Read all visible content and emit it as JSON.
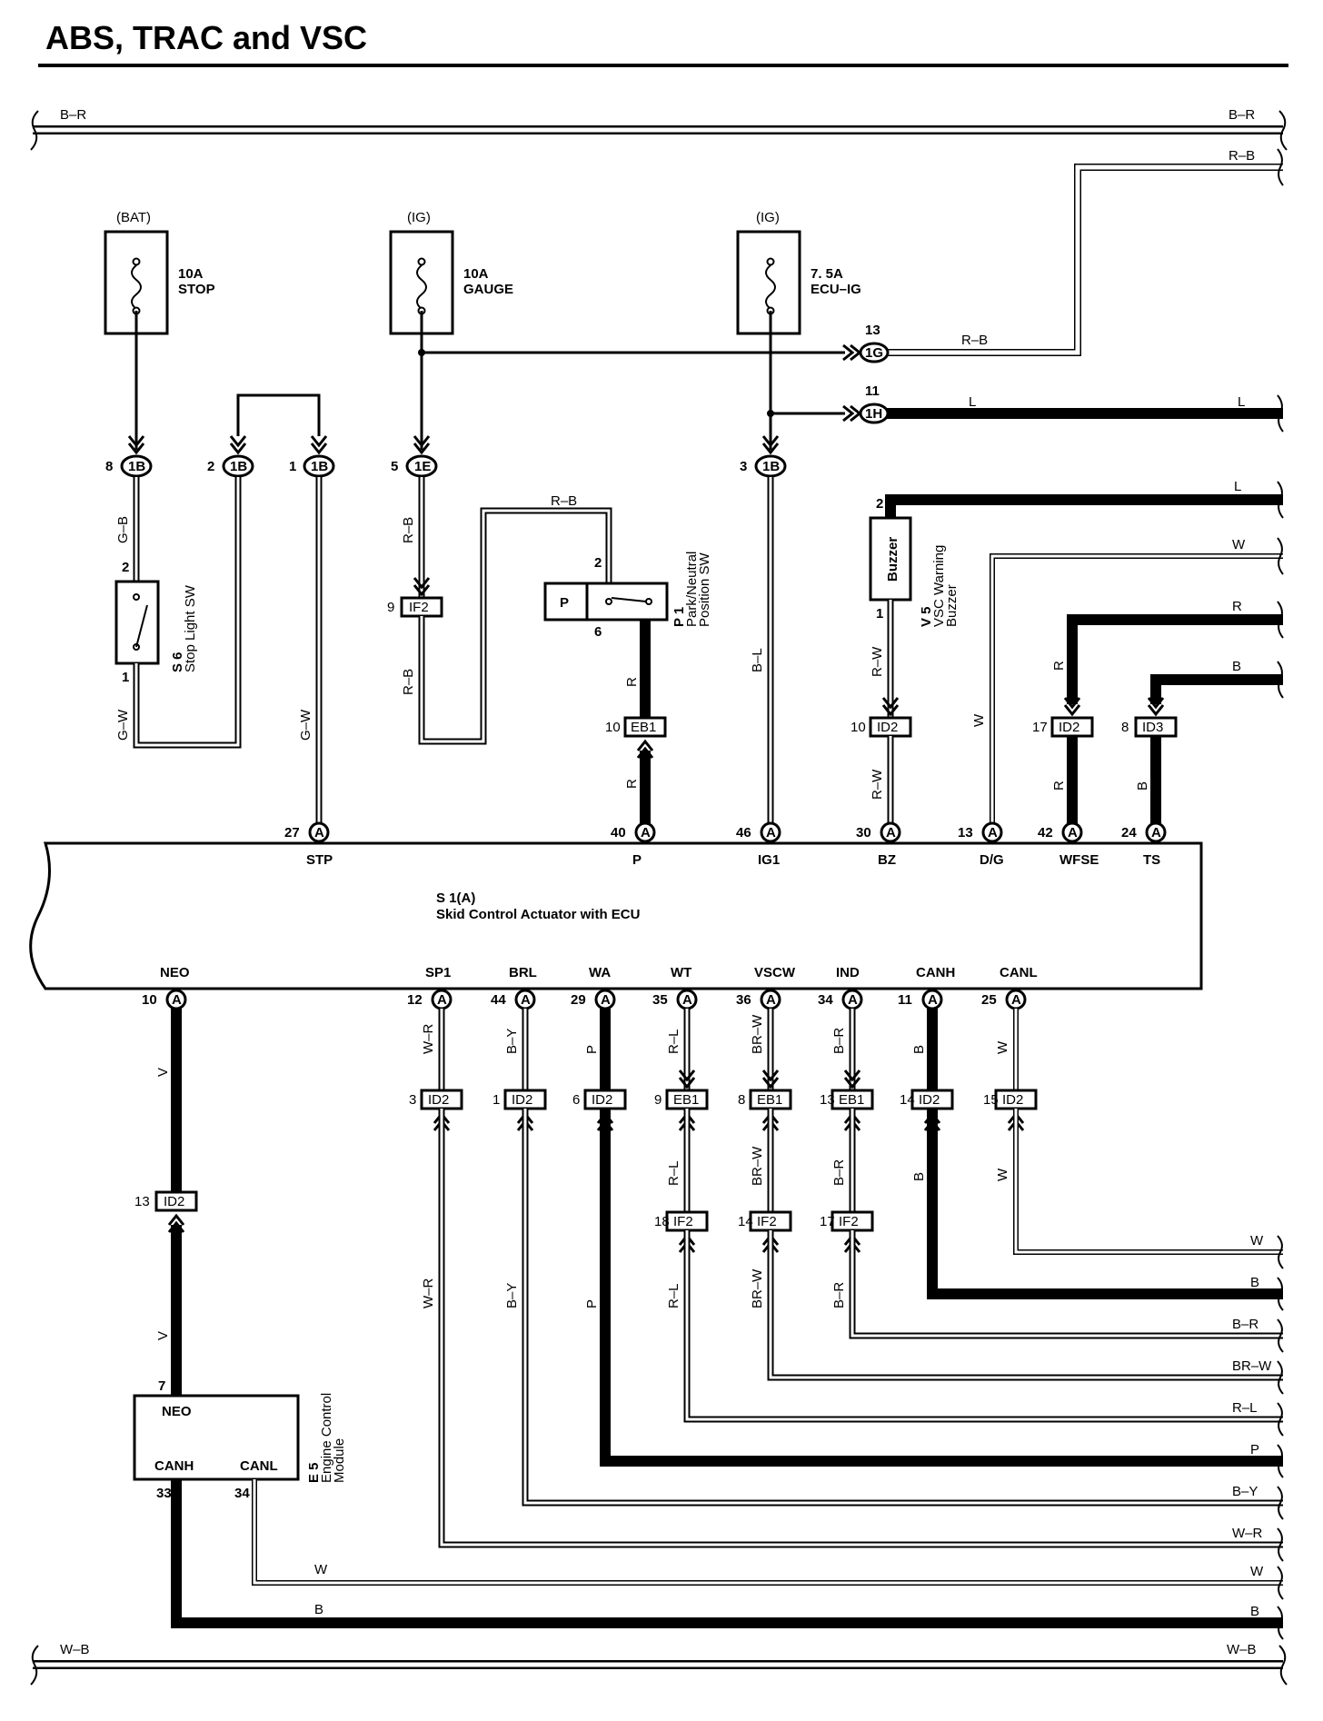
{
  "title": "ABS, TRAC and VSC",
  "bus": {
    "top_left": "B–R",
    "top_right": "B–R",
    "bottom_left": "W–B",
    "bottom_right": "W–B"
  },
  "fuses": [
    {
      "source": "(BAT)",
      "amp": "10A",
      "name": "STOP"
    },
    {
      "source": "(IG)",
      "amp": "10A",
      "name": "GAUGE"
    },
    {
      "source": "(IG)",
      "amp": "7. 5A",
      "name": "ECU–IG"
    }
  ],
  "connectors": {
    "c8": {
      "pin": "8",
      "id": "1B"
    },
    "c2": {
      "pin": "2",
      "id": "1B"
    },
    "c1": {
      "pin": "1",
      "id": "1B"
    },
    "c5": {
      "pin": "5",
      "id": "1E"
    },
    "c3": {
      "pin": "3",
      "id": "1B"
    },
    "c13g": {
      "pin": "13",
      "id": "1G"
    },
    "c11h": {
      "pin": "11",
      "id": "1H"
    }
  },
  "junctions": {
    "if2_9": {
      "pin": "9",
      "id": "IF2"
    },
    "eb1_10": {
      "pin": "10",
      "id": "EB1"
    },
    "id2_10": {
      "pin": "10",
      "id": "ID2"
    },
    "id2_17": {
      "pin": "17",
      "id": "ID2"
    },
    "id3_8": {
      "pin": "8",
      "id": "ID3"
    },
    "id2_3": {
      "pin": "3",
      "id": "ID2"
    },
    "id2_1": {
      "pin": "1",
      "id": "ID2"
    },
    "id2_6": {
      "pin": "6",
      "id": "ID2"
    },
    "eb1_9": {
      "pin": "9",
      "id": "EB1"
    },
    "eb1_8": {
      "pin": "8",
      "id": "EB1"
    },
    "eb1_13": {
      "pin": "13",
      "id": "EB1"
    },
    "id2_14": {
      "pin": "14",
      "id": "ID2"
    },
    "id2_15": {
      "pin": "15",
      "id": "ID2"
    },
    "if2_18": {
      "pin": "18",
      "id": "IF2"
    },
    "if2_14": {
      "pin": "14",
      "id": "IF2"
    },
    "if2_17": {
      "pin": "17",
      "id": "IF2"
    },
    "id2_13": {
      "pin": "13",
      "id": "ID2"
    }
  },
  "components": {
    "stop_sw": {
      "code": "S 6",
      "name": "Stop Light SW",
      "pin_top": "2",
      "pin_bottom": "1"
    },
    "pn_sw": {
      "code": "P 1",
      "name1": "Park/Neutral",
      "name2": "Position SW",
      "letter": "P",
      "pin_top": "2",
      "pin_bottom": "6"
    },
    "buzzer": {
      "label": "Buzzer",
      "code": "V 5",
      "name1": "VSC Warning",
      "name2": "Buzzer",
      "pin_top": "2",
      "pin_bottom": "1"
    },
    "ecu": {
      "code": "S 1(A)",
      "name": "Skid Control Actuator with ECU",
      "conn": "A"
    },
    "ecm": {
      "code": "E 5",
      "name1": "Engine Control",
      "name2": "Module",
      "neo": "NEO",
      "canh": "CANH",
      "canl": "CANL",
      "pin_neo": "7",
      "pin_canh": "33",
      "pin_canl": "34"
    }
  },
  "ecu_top_pins": [
    {
      "pin": "27",
      "name": "STP"
    },
    {
      "pin": "40",
      "name": "P"
    },
    {
      "pin": "46",
      "name": "IG1"
    },
    {
      "pin": "30",
      "name": "BZ"
    },
    {
      "pin": "13",
      "name": "D/G"
    },
    {
      "pin": "42",
      "name": "WFSE"
    },
    {
      "pin": "24",
      "name": "TS"
    }
  ],
  "ecu_bottom_pins": [
    {
      "pin": "10",
      "name": "NEO"
    },
    {
      "pin": "12",
      "name": "SP1"
    },
    {
      "pin": "44",
      "name": "BRL"
    },
    {
      "pin": "29",
      "name": "WA"
    },
    {
      "pin": "35",
      "name": "WT"
    },
    {
      "pin": "36",
      "name": "VSCW"
    },
    {
      "pin": "34",
      "name": "IND"
    },
    {
      "pin": "11",
      "name": "CANH"
    },
    {
      "pin": "25",
      "name": "CANL"
    }
  ],
  "wire_colors": {
    "gb": "G–B",
    "gw1": "G–W",
    "gw2": "G–W",
    "rb1": "R–B",
    "rb2": "R–B",
    "rb3": "R–B",
    "rb4": "R–B",
    "rb5": "R–B",
    "r1": "R",
    "r2": "R",
    "bl": "B–L",
    "rw1": "R–W",
    "rw2": "R–W",
    "w_dg": "W",
    "r_wfse1": "R",
    "r_wfse2": "R",
    "b_ts1": "B",
    "b_ts2": "B",
    "l1": "L",
    "l2": "L",
    "l3": "L",
    "w_right": "W",
    "r_right": "R",
    "b_right": "B",
    "v1": "V",
    "v2": "V",
    "wr1": "W–R",
    "wr2": "W–R",
    "by1": "B–Y",
    "by2": "B–Y",
    "p1": "P",
    "p2": "P",
    "rl1": "R–L",
    "rl2": "R–L",
    "rl3": "R–L",
    "brw1": "BR–W",
    "brw2": "BR–W",
    "brw3": "BR–W",
    "br1": "B–R",
    "br2": "B–R",
    "br3": "B–R",
    "canh1": "B",
    "canh2": "B",
    "canl1": "W",
    "canl2": "W"
  },
  "right_bottom_labels": [
    "W",
    "B",
    "B–R",
    "BR–W",
    "R–L",
    "P",
    "B–Y",
    "W–R",
    "W",
    "B"
  ],
  "ecm_wires": {
    "w": "W",
    "b": "B"
  }
}
